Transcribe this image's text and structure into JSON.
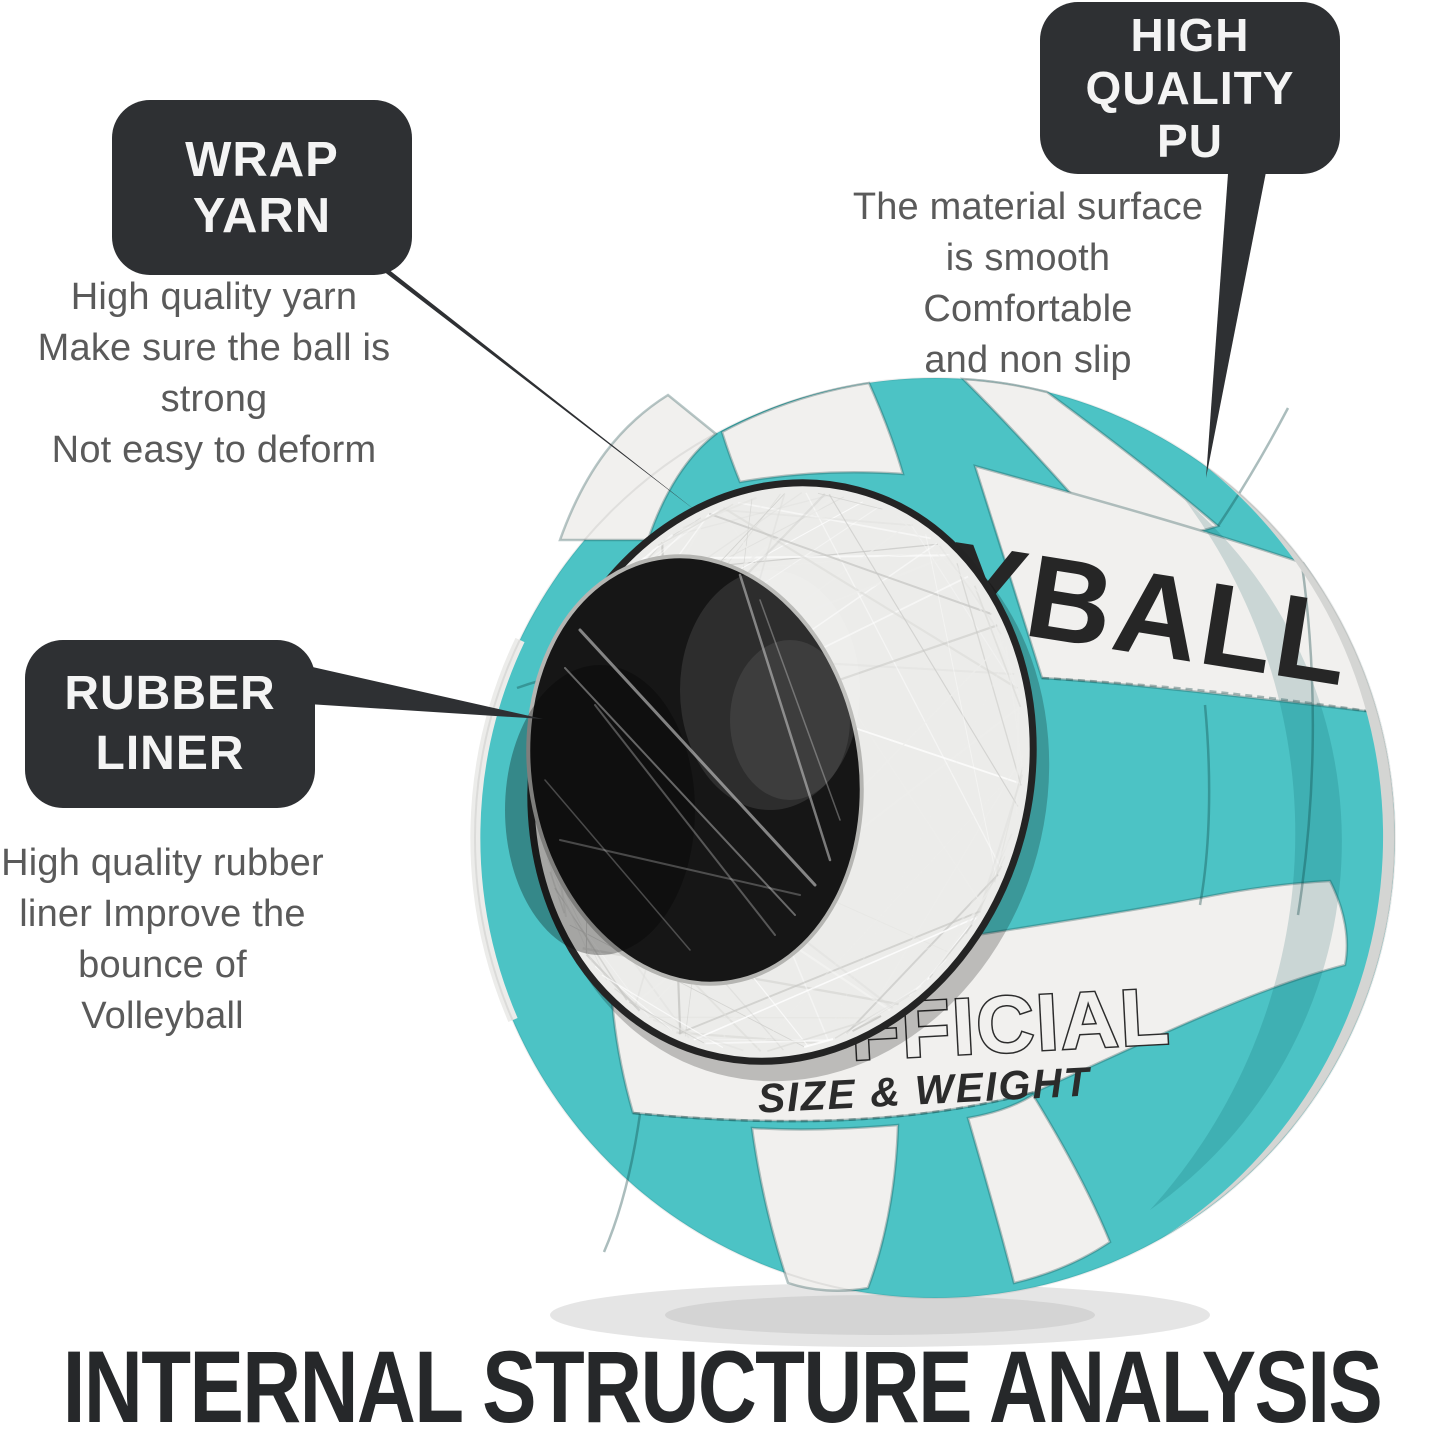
{
  "callouts": {
    "wrap_yarn": {
      "label": "WRAP YARN",
      "description_lines": [
        "High quality yarn",
        "Make sure the ball is strong",
        "Not easy to deform"
      ]
    },
    "high_quality_pu": {
      "label_lines": [
        "HIGH",
        "QUALITY",
        "PU"
      ],
      "description_lines": [
        "The material surface",
        "is smooth Comfortable",
        "and non slip"
      ]
    },
    "rubber_liner": {
      "label_lines": [
        "RUBBER",
        "LINER"
      ],
      "description_lines": [
        "High quality rubber",
        "liner Improve the",
        "bounce of Volleyball"
      ]
    }
  },
  "ball": {
    "brand_text_visible": "YBALL",
    "official_text_visible": "FFICIAL",
    "size_weight_text": "SIZE & WEIGHT"
  },
  "footer": {
    "title": "INTERNAL STRUCTURE ANALYSIS"
  },
  "colors": {
    "teal": "#4CC3C5",
    "teal_shadow": "#2F8F93",
    "panel_white": "#F1F0EE",
    "rubber_black": "#161616",
    "yarn_ring": "#ECECEA",
    "callout_box": "#2E3033",
    "description_text": "#5A5A5A",
    "title_text": "#26282A"
  }
}
